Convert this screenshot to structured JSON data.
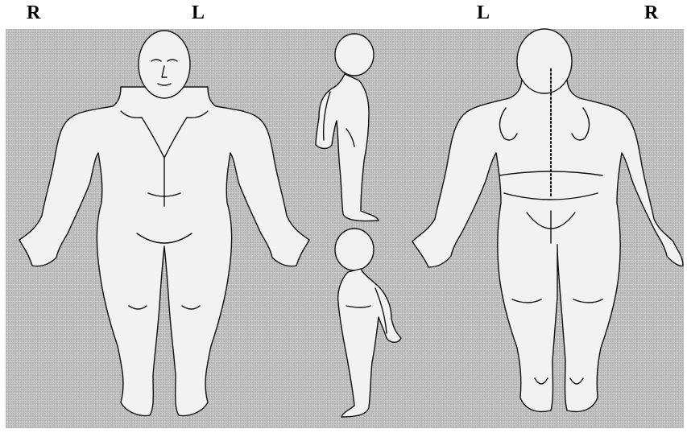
{
  "labels": {
    "front_right": "R",
    "front_left": "L",
    "back_left": "L",
    "back_right": "R"
  },
  "colors": {
    "panel_background": "#c4c4c4",
    "figure_fill": "#f2f2f2",
    "outline": "#111111"
  }
}
